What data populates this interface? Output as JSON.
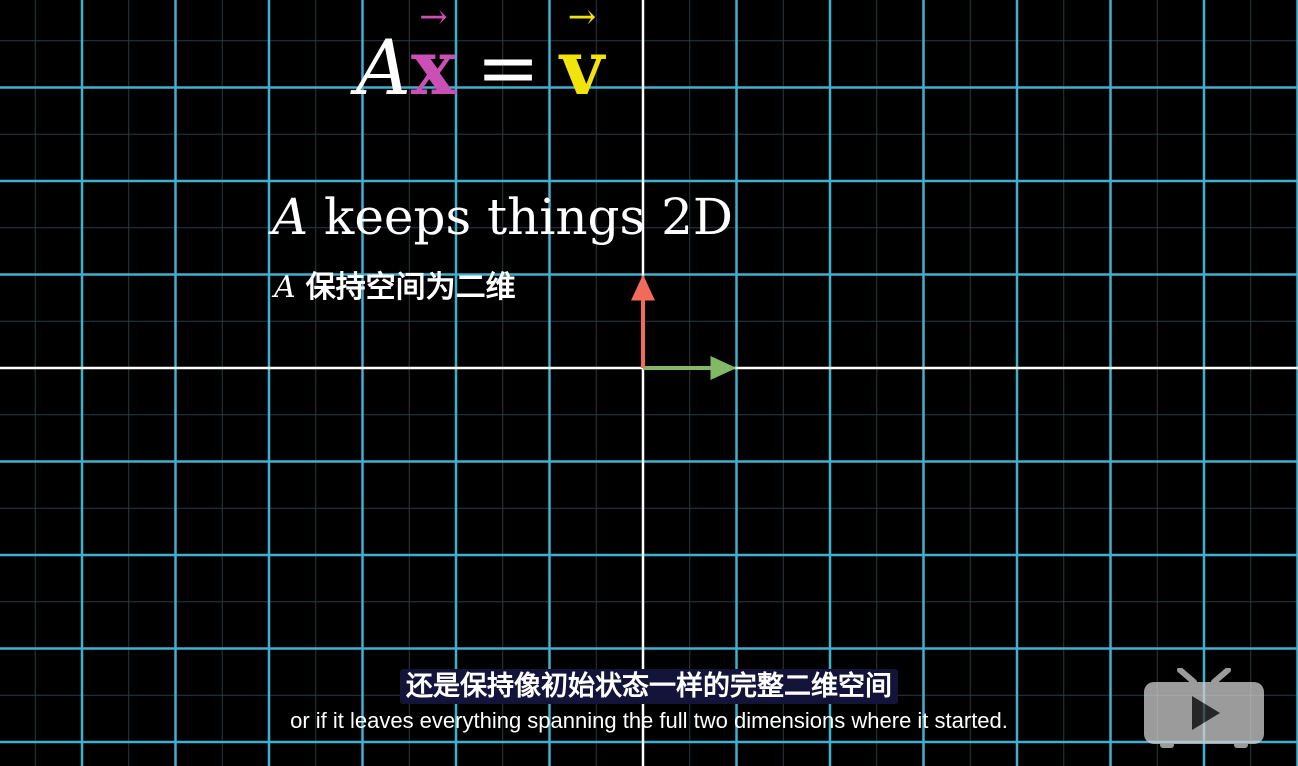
{
  "equation": {
    "a": "A",
    "x": "x",
    "equals": "=",
    "v": "v",
    "arrow": "→"
  },
  "captions": {
    "en_symbol": "A",
    "en_text": "keeps things 2D",
    "cn_symbol": "A",
    "cn_text": "保持空间为二维"
  },
  "subtitles": {
    "chinese": "还是保持像初始状态一样的完整二维空间",
    "english": "or if it leaves everything spanning the full two dimensions where it started."
  },
  "colors": {
    "grid_line": "#3fb0cf",
    "axis": "#ffffff",
    "i_hat": "#82b866",
    "j_hat": "#f26a5a",
    "x_vector": "#cc4fb5",
    "v_vector": "#f2e40b"
  },
  "logo": {
    "icon": "bilibili-tv-play-icon"
  }
}
